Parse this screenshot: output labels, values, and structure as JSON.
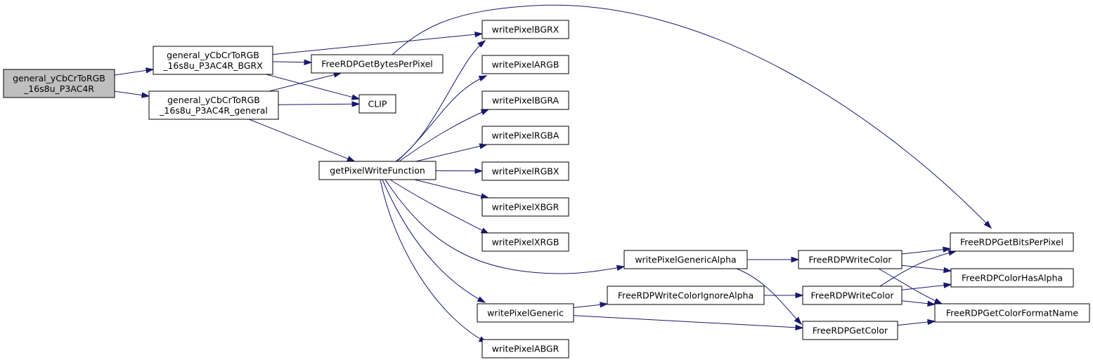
{
  "graph": {
    "nodes": {
      "root": "general_yCbCrToRGB\n_16s8u_P3AC4R",
      "bgrx_fn": "general_yCbCrToRGB\n_16s8u_P3AC4R_BGRX",
      "general_fn": "general_yCbCrToRGB\n_16s8u_P3AC4R_general",
      "bytes_pp": "FreeRDPGetBytesPerPixel",
      "clip": "CLIP",
      "get_pixel_write": "getPixelWriteFunction",
      "wp_bgrx": "writePixelBGRX",
      "wp_argb": "writePixelARGB",
      "wp_bgra": "writePixelBGRA",
      "wp_rgba": "writePixelRGBA",
      "wp_rgbx": "writePixelRGBX",
      "wp_xbgr": "writePixelXBGR",
      "wp_xrgb": "writePixelXRGB",
      "wp_generic_alpha": "writePixelGenericAlpha",
      "wp_generic": "writePixelGeneric",
      "wp_abgr": "writePixelABGR",
      "write_color_1": "FreeRDPWriteColor",
      "write_color_ignore_alpha": "FreeRDPWriteColorIgnoreAlpha",
      "write_color_2": "FreeRDPWriteColor",
      "get_color": "FreeRDPGetColor",
      "bits_pp": "FreeRDPGetBitsPerPixel",
      "has_alpha": "FreeRDPColorHasAlpha",
      "format_name": "FreeRDPGetColorFormatName"
    },
    "edges": [
      [
        "root",
        "bgrx_fn"
      ],
      [
        "root",
        "general_fn"
      ],
      [
        "bgrx_fn",
        "bytes_pp"
      ],
      [
        "bgrx_fn",
        "clip"
      ],
      [
        "bgrx_fn",
        "wp_bgrx"
      ],
      [
        "general_fn",
        "bytes_pp"
      ],
      [
        "general_fn",
        "clip"
      ],
      [
        "general_fn",
        "get_pixel_write"
      ],
      [
        "bytes_pp",
        "bits_pp"
      ],
      [
        "get_pixel_write",
        "wp_bgrx"
      ],
      [
        "get_pixel_write",
        "wp_argb"
      ],
      [
        "get_pixel_write",
        "wp_bgra"
      ],
      [
        "get_pixel_write",
        "wp_rgba"
      ],
      [
        "get_pixel_write",
        "wp_rgbx"
      ],
      [
        "get_pixel_write",
        "wp_xbgr"
      ],
      [
        "get_pixel_write",
        "wp_xrgb"
      ],
      [
        "get_pixel_write",
        "wp_generic_alpha"
      ],
      [
        "get_pixel_write",
        "wp_generic"
      ],
      [
        "get_pixel_write",
        "wp_abgr"
      ],
      [
        "wp_generic_alpha",
        "write_color_1"
      ],
      [
        "wp_generic_alpha",
        "get_color"
      ],
      [
        "wp_generic",
        "write_color_ignore_alpha"
      ],
      [
        "wp_generic",
        "get_color"
      ],
      [
        "write_color_1",
        "bits_pp"
      ],
      [
        "write_color_1",
        "has_alpha"
      ],
      [
        "write_color_1",
        "format_name"
      ],
      [
        "write_color_ignore_alpha",
        "write_color_2"
      ],
      [
        "write_color_2",
        "bits_pp"
      ],
      [
        "write_color_2",
        "has_alpha"
      ],
      [
        "write_color_2",
        "format_name"
      ],
      [
        "get_color",
        "format_name"
      ]
    ]
  },
  "colors": {
    "edge": "#191970",
    "root_fill": "#bfbfbf",
    "node_fill": "#ffffff",
    "node_border": "#000000"
  }
}
